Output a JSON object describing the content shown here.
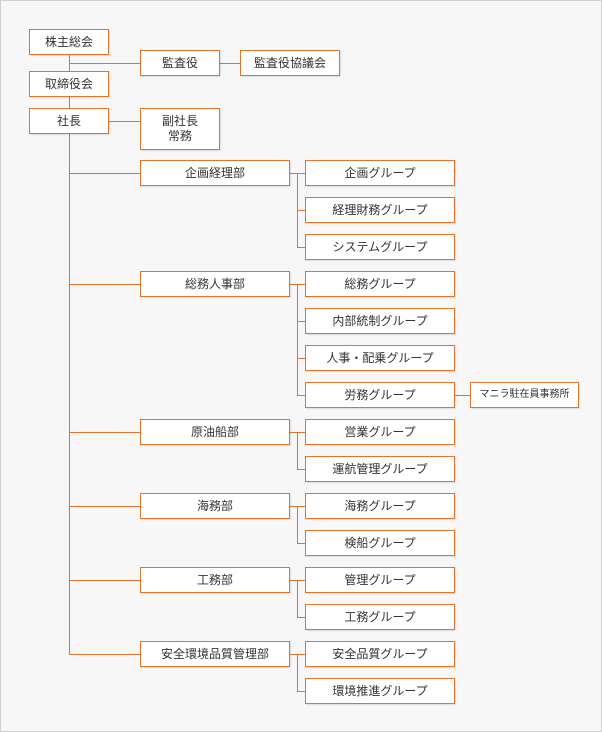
{
  "org": {
    "shareholders_meeting": "株主総会",
    "auditor": "監査役",
    "auditor_council": "監査役協議会",
    "board": "取締役会",
    "president": "社長",
    "vp_line1": "副社長",
    "vp_line2": "常務",
    "departments": [
      {
        "name": "企画経理部",
        "groups": [
          "企画グループ",
          "経理財務グループ",
          "システムグループ"
        ]
      },
      {
        "name": "総務人事部",
        "groups": [
          "総務グループ",
          "内部統制グループ",
          "人事・配乗グループ",
          "労務グループ"
        ]
      },
      {
        "name": "原油船部",
        "groups": [
          "営業グループ",
          "運航管理グループ"
        ]
      },
      {
        "name": "海務部",
        "groups": [
          "海務グループ",
          "検船グループ"
        ]
      },
      {
        "name": "工務部",
        "groups": [
          "管理グループ",
          "工務グループ"
        ]
      },
      {
        "name": "安全環境品質管理部",
        "groups": [
          "安全品質グループ",
          "環境推進グループ"
        ]
      }
    ],
    "manila_office": "マニラ駐在員事務所"
  },
  "colors": {
    "line": "#e0752a",
    "box_border": "#e0752a",
    "background": "#f7f7f7"
  }
}
